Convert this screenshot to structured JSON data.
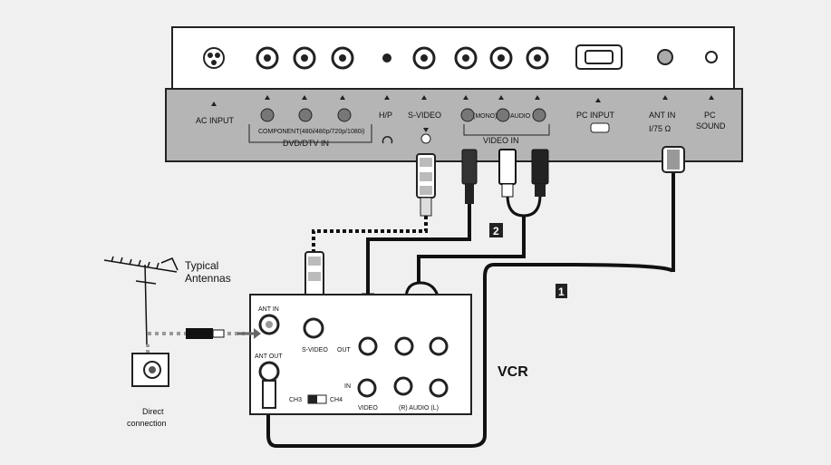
{
  "panel": {
    "ac_input": "AC INPUT",
    "component": "COMPONENT(480i/480p/720p/1080i)",
    "dvd_dtv_in": "DVD/DTV IN",
    "hp": "H/P",
    "s_video": "S-VIDEO",
    "mono": "(MONO)",
    "audio": "AUDIO",
    "video_in": "VIDEO IN",
    "pc_input": "PC INPUT",
    "ant_in": "ANT IN",
    "ohm": "I/75 Ω",
    "pc": "PC",
    "sound": "SOUND"
  },
  "vcr": {
    "title": "VCR",
    "ant_in": "ANT IN",
    "ant_out": "ANT OUT",
    "s_video": "S-VIDEO",
    "out": "OUT",
    "in": "IN",
    "video": "VIDEO",
    "audio": "(R)  AUDIO (L)",
    "ch3": "CH3",
    "ch4": "CH4"
  },
  "antenna": {
    "line1": "Typical",
    "line2": "Antennas"
  },
  "direct": {
    "line1": "Direct",
    "line2": "connection"
  },
  "markers": {
    "one": "1",
    "two": "2"
  }
}
